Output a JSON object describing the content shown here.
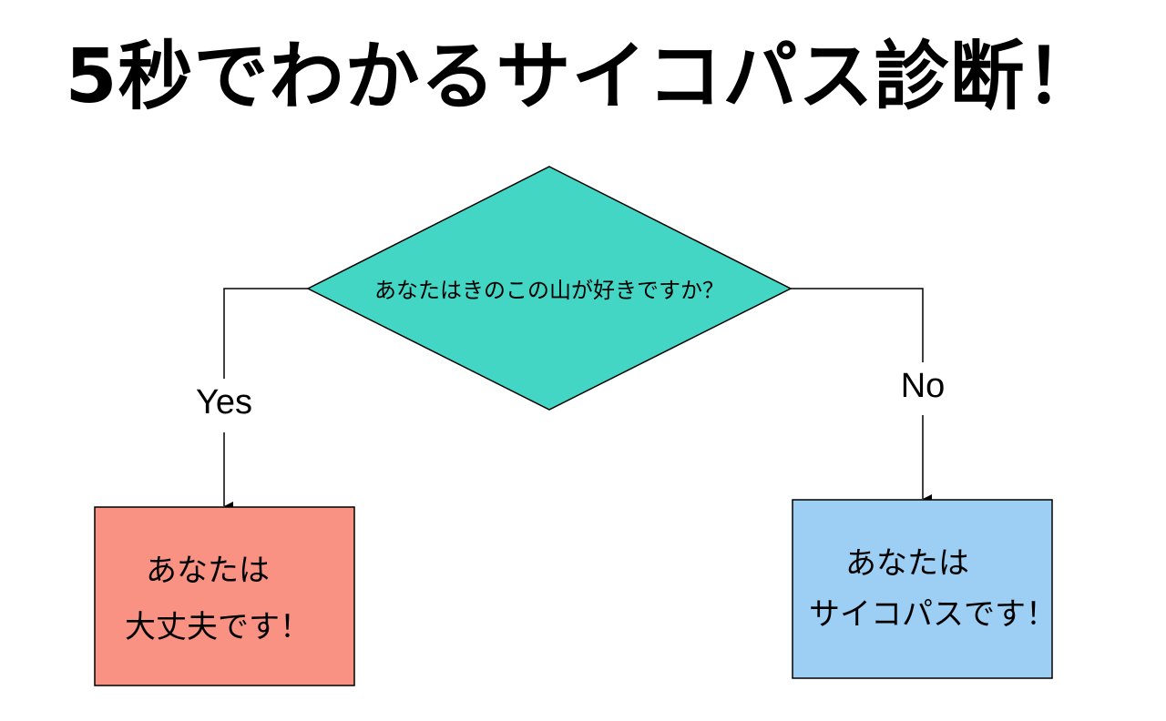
{
  "title": "5秒でわかるサイコパス診断！",
  "question": "あなたはきのこの山が好きですか？",
  "branches": {
    "yes": {
      "label": "Yes",
      "result_line1": "あなたは",
      "result_line2": "大丈夫です！",
      "color": "#f99282"
    },
    "no": {
      "label": "No",
      "result_line1": "あなたは",
      "result_line2": "サイコパスです！",
      "color": "#9dcff5"
    }
  },
  "colors": {
    "decision_fill": "#43d6c4",
    "stroke": "#000000"
  }
}
